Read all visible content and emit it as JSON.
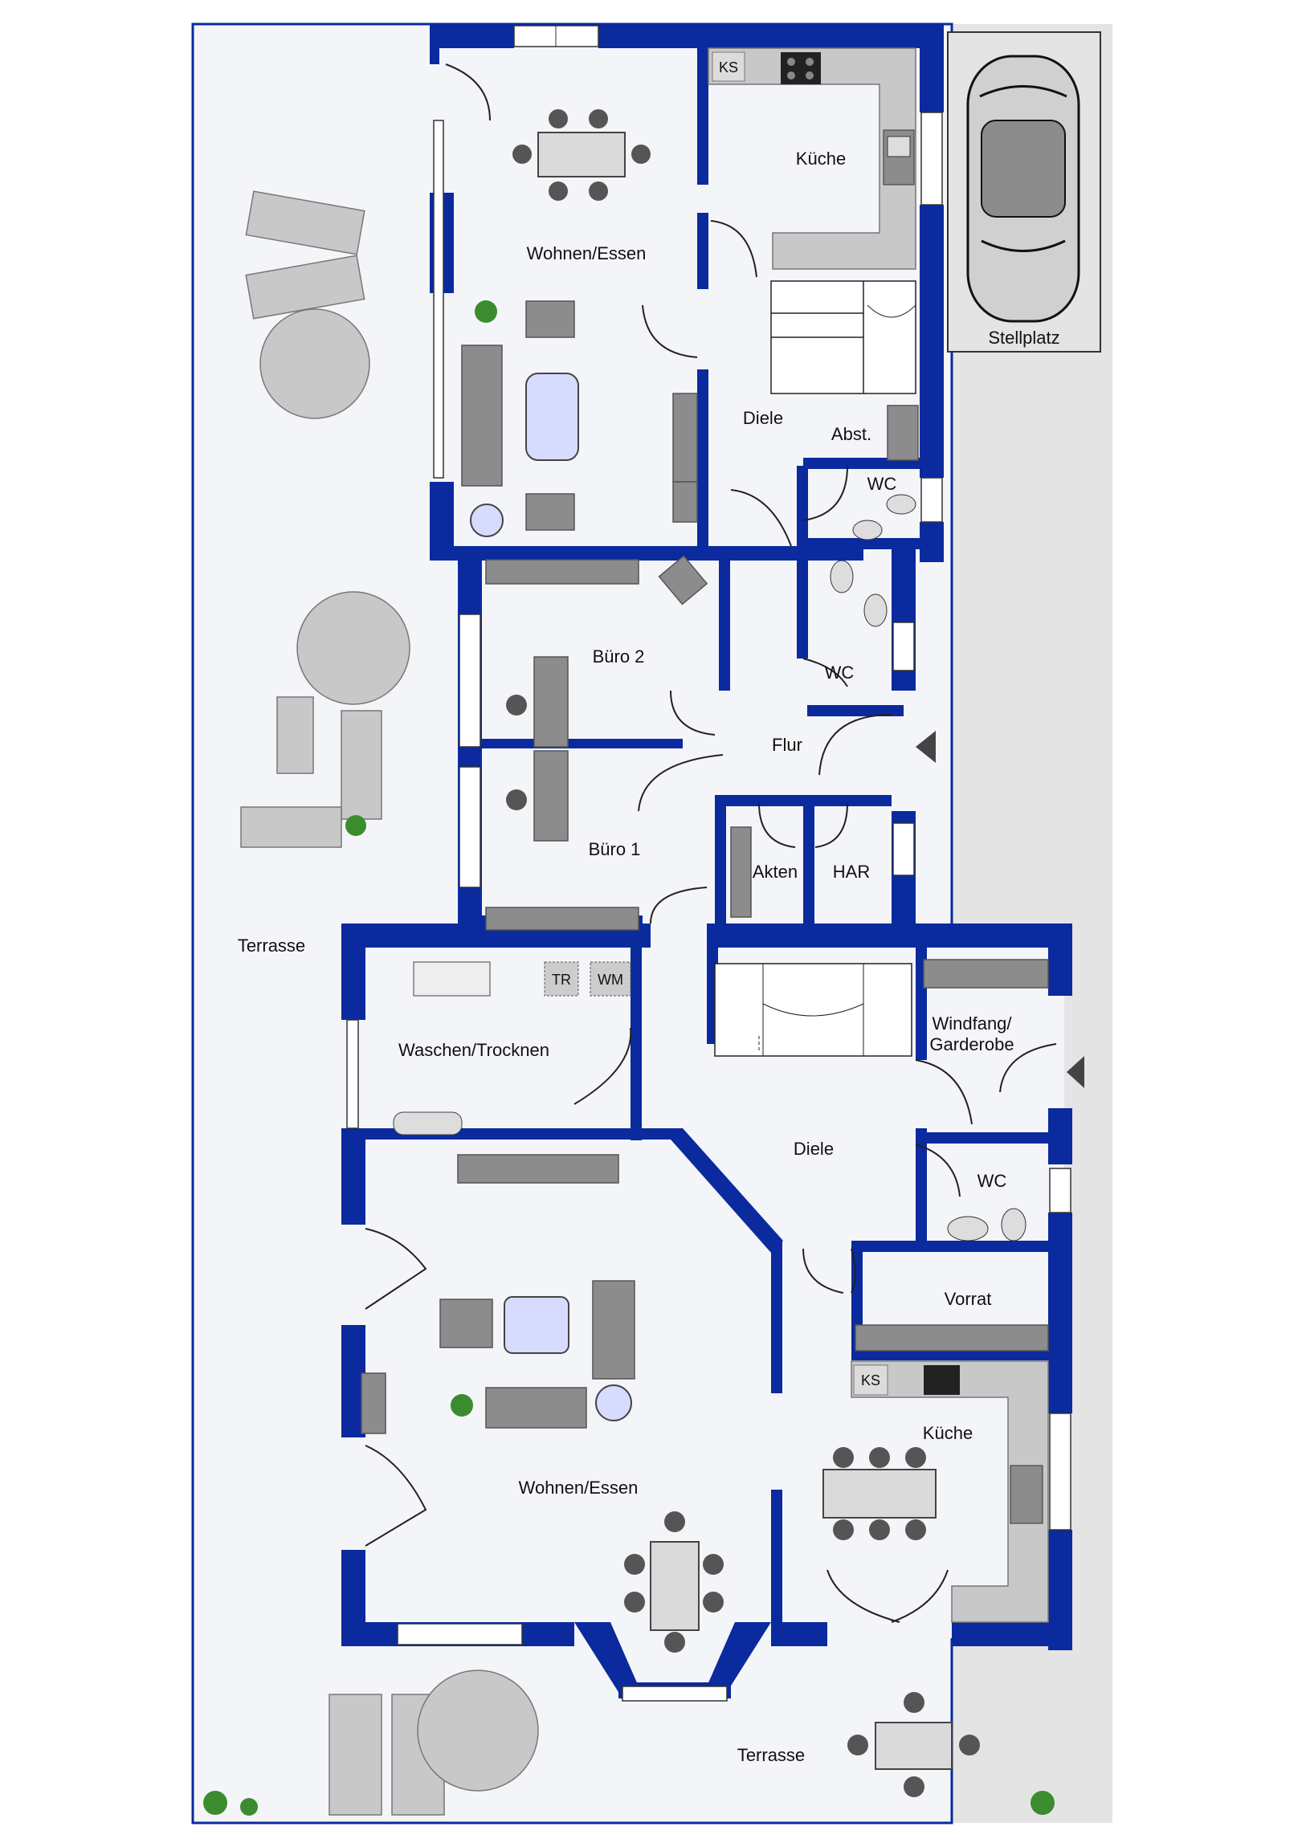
{
  "colors": {
    "wall": "#0a2a9e",
    "floor": "#f4f5f9",
    "furniture": "#8c8c8c",
    "counter": "#c8c8c8",
    "table": "#dadada",
    "rug": "#d7dcff"
  },
  "rooms": {
    "wohnen_essen_top": "Wohnen/Essen",
    "kueche_top": "Küche",
    "diele_top": "Diele",
    "abst": "Abst.",
    "wc_top_right": "WC",
    "buero2": "Büro 2",
    "wc_mid": "WC",
    "flur": "Flur",
    "buero1": "Büro 1",
    "akten": "Akten",
    "har": "HAR",
    "terrasse_left": "Terrasse",
    "waschen_trocknen": "Waschen/Trocknen",
    "windfang_line1": "Windfang/",
    "windfang_line2": "Garderobe",
    "diele_bottom": "Diele",
    "wc_bottom": "WC",
    "vorrat": "Vorrat",
    "kueche_bottom": "Küche",
    "wohnen_essen_bottom": "Wohnen/Essen",
    "terrasse_bottom": "Terrasse",
    "stellplatz": "Stellplatz"
  },
  "appliances": {
    "ks_top": "KS",
    "ks_bottom": "KS",
    "tr": "TR",
    "wm": "WM"
  },
  "icons": [
    "car-icon",
    "plant-icon",
    "parasol-icon",
    "sunlounger-icon",
    "entrance-arrow-icon",
    "stove-icon",
    "sink-icon",
    "toilet-icon",
    "chair-icon"
  ]
}
